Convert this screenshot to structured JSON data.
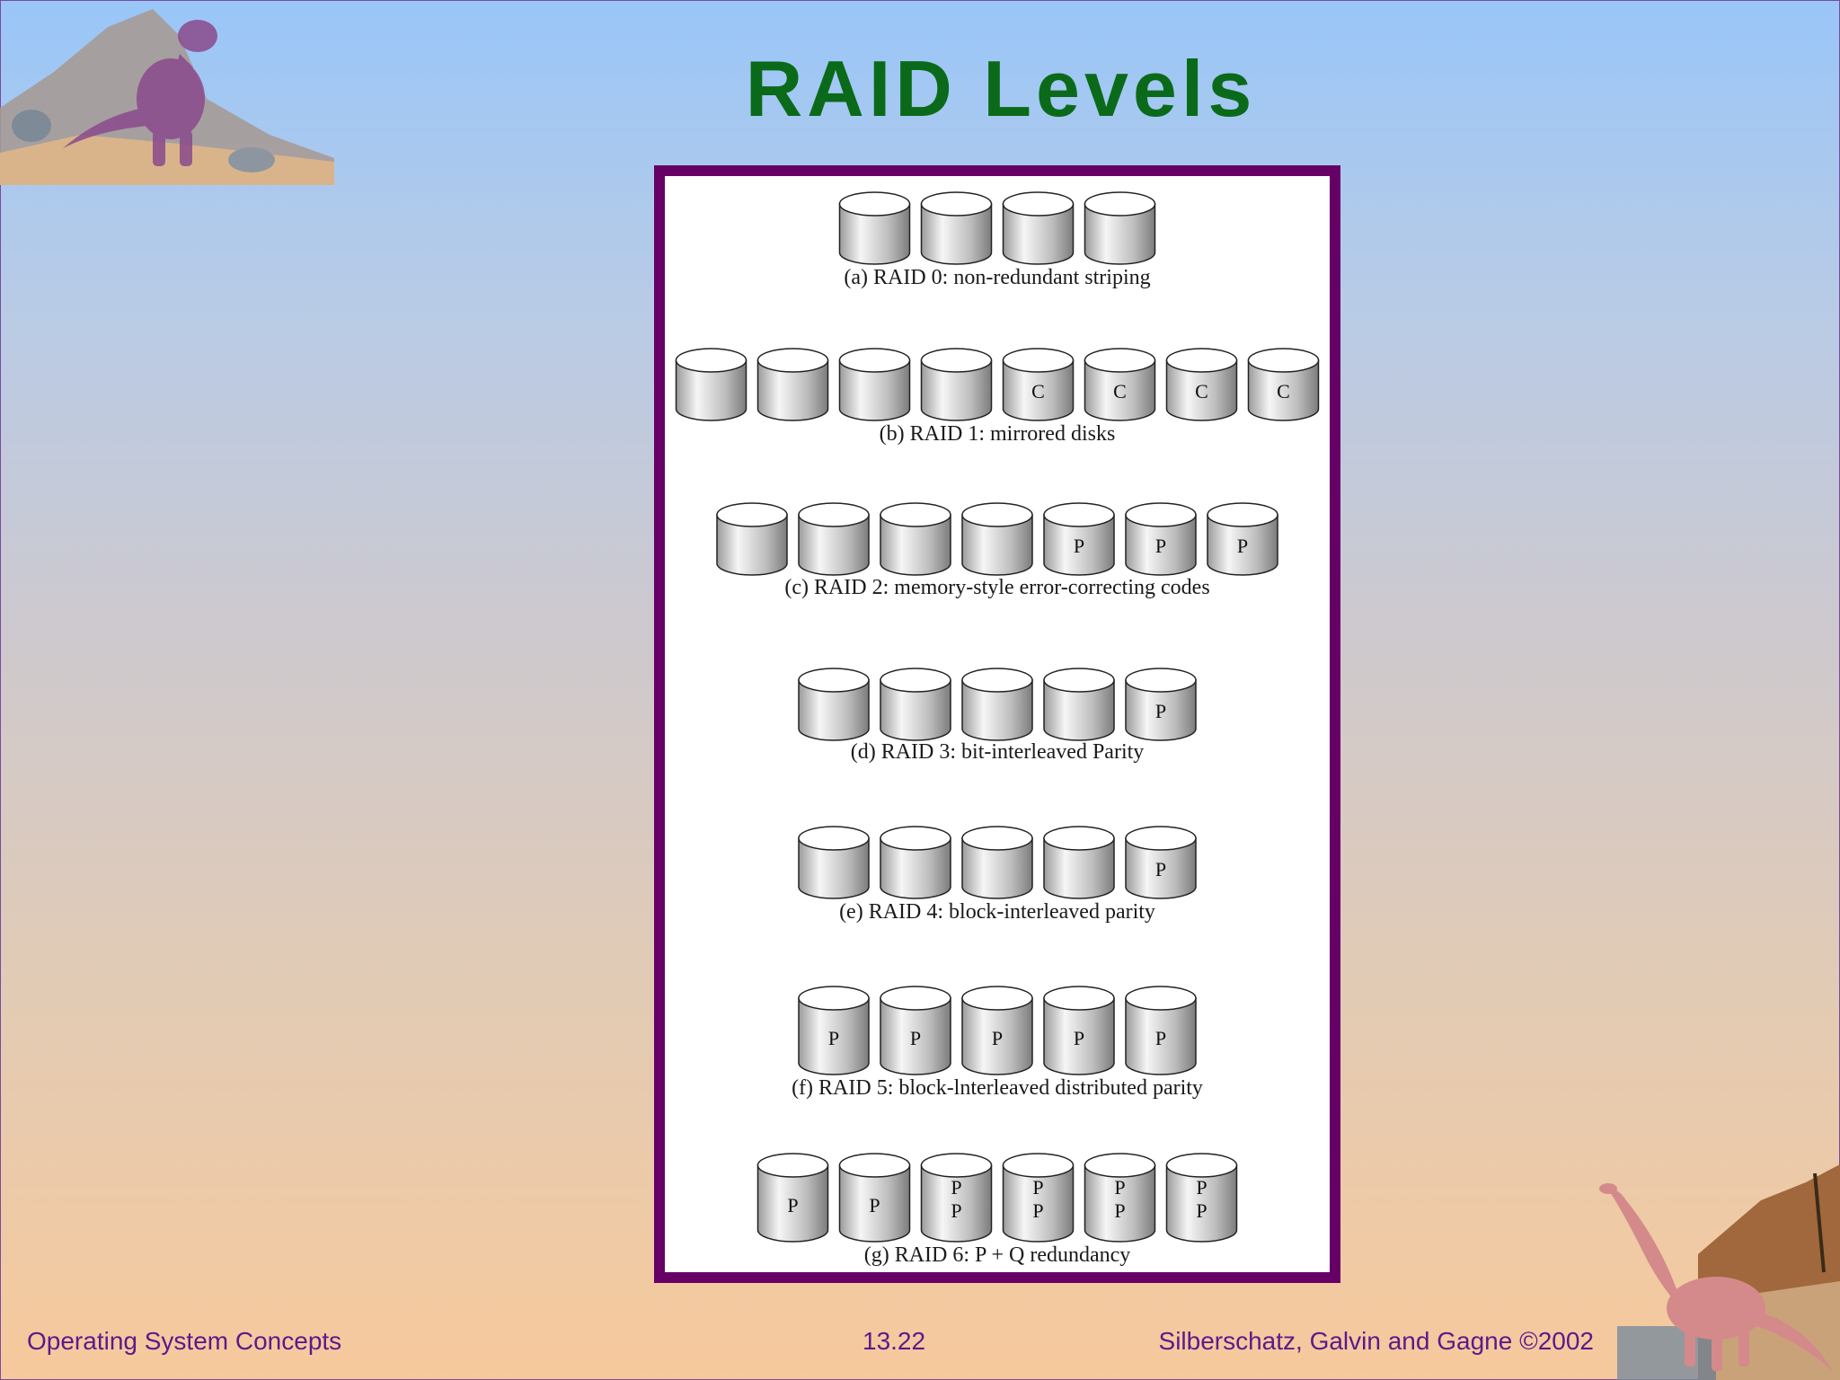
{
  "slide": {
    "title": "RAID Levels"
  },
  "figure": {
    "rows": [
      {
        "caption": "(a) RAID 0: non-redundant striping",
        "disks": [
          [],
          [],
          [],
          []
        ],
        "tall": false
      },
      {
        "caption": "(b) RAID 1: mirrored disks",
        "disks": [
          [],
          [],
          [],
          [],
          [
            "C"
          ],
          [
            "C"
          ],
          [
            "C"
          ],
          [
            "C"
          ]
        ],
        "tall": false
      },
      {
        "caption": "(c) RAID 2: memory-style error-correcting codes",
        "disks": [
          [],
          [],
          [],
          [],
          [
            "P"
          ],
          [
            "P"
          ],
          [
            "P"
          ]
        ],
        "tall": false
      },
      {
        "caption": "(d) RAID 3: bit-interleaved Parity",
        "disks": [
          [],
          [],
          [],
          [],
          [
            "P"
          ]
        ],
        "tall": false
      },
      {
        "caption": "(e) RAID 4: block-interleaved parity",
        "disks": [
          [],
          [],
          [],
          [],
          [
            "P"
          ]
        ],
        "tall": false
      },
      {
        "caption": "(f) RAID 5: block-lnterleaved distributed parity",
        "disks": [
          [
            "P"
          ],
          [
            "P"
          ],
          [
            "P"
          ],
          [
            "P"
          ],
          [
            "P"
          ]
        ],
        "tall": true
      },
      {
        "caption": "(g) RAID 6: P + Q redundancy",
        "disks": [
          [
            "P"
          ],
          [
            "P"
          ],
          [
            "P",
            "P"
          ],
          [
            "P",
            "P"
          ],
          [
            "P",
            "P"
          ],
          [
            "P",
            "P"
          ]
        ],
        "tall": true
      }
    ]
  },
  "footer": {
    "left": "Operating System Concepts",
    "center": "13.22",
    "right": "Silberschatz, Galvin and  Gagne ©2002"
  },
  "colors": {
    "title": "#0a6a1a",
    "frame": "#660066",
    "footer_text": "#5b1a8c"
  },
  "decor": {
    "top_left": "dinosaur-trex-icon",
    "bottom_right": "dinosaur-brontosaurus-icon"
  }
}
